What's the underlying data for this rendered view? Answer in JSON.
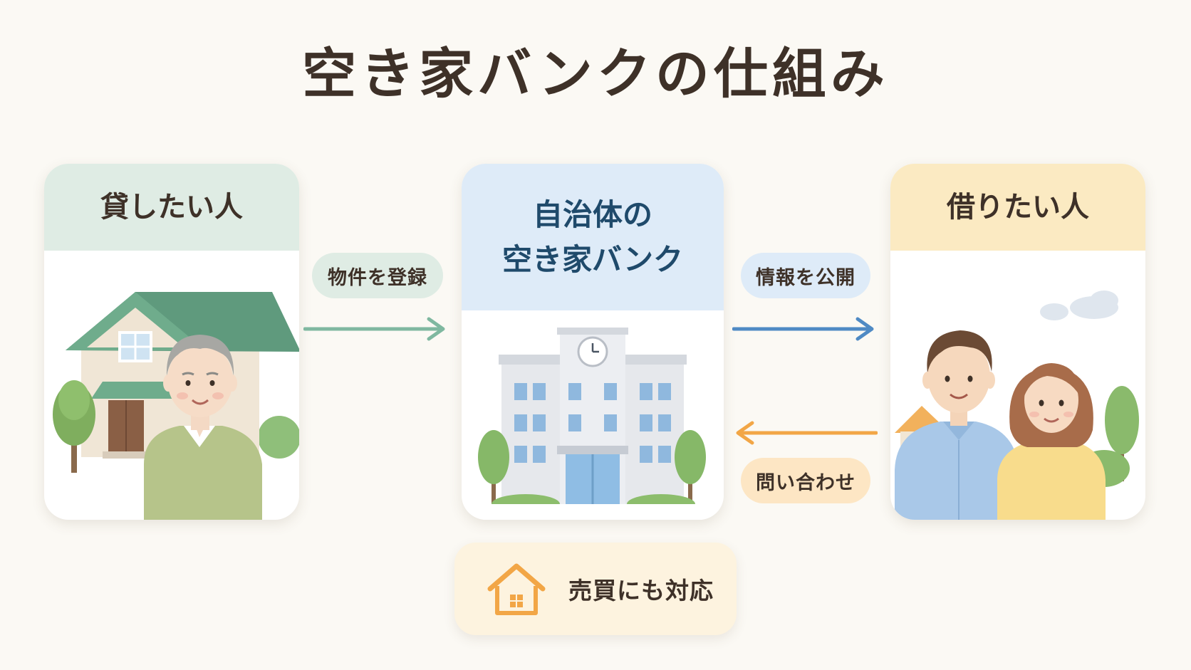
{
  "title": "空き家バンクの仕組み",
  "lender": {
    "label": "貸したい人"
  },
  "bank": {
    "label_line1": "自治体の",
    "label_line2": "空き家バンク"
  },
  "borrower": {
    "label": "借りたい人"
  },
  "flows": {
    "register": "物件を登録",
    "publish": "情報を公開",
    "inquiry": "問い合わせ"
  },
  "note": {
    "label": "売買にも対応",
    "icon": "house-icon"
  },
  "colors": {
    "green_accent": "#7fb8a0",
    "blue_accent": "#4f8ac4",
    "orange_accent": "#f2a646",
    "lender_header": "#dfece4",
    "bank_header": "#deebf8",
    "borrower_header": "#fbeac2"
  }
}
